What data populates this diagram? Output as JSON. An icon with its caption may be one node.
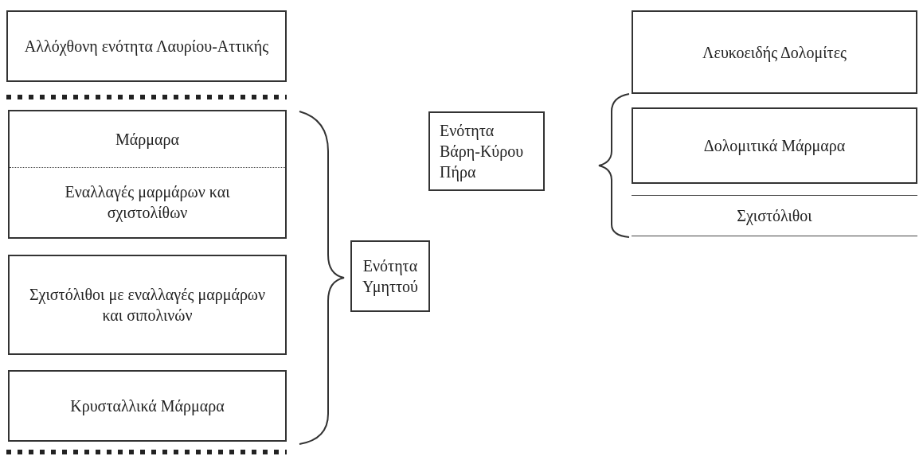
{
  "diagram": {
    "nodes": [
      {
        "text": [
          "Αλλόχθονη ενότητα Λαυρίου-Αττικής"
        ]
      },
      {
        "text": [
          "Μάρμαρα",
          "Εναλλαγές μαρμάρων και σχιστολίθων"
        ]
      },
      {
        "text": [
          "Σχιστόλιθοι με εναλλαγές μαρμάρων και σιπολινών"
        ]
      },
      {
        "text": [
          "Κρυσταλλικά Μάρμαρα"
        ]
      },
      {
        "text": [
          "Ενότητα Υμηττού"
        ]
      },
      {
        "text": [
          "Ενότητα Βάρη-Κύρου Πήρα"
        ]
      },
      {
        "text": [
          "Λευκοειδής Δολομίτες"
        ]
      },
      {
        "text": [
          "Δολομιτικά Μάρμαρα"
        ]
      },
      {
        "text": [
          "Σχιστόλιθοι"
        ]
      }
    ],
    "edges": []
  }
}
